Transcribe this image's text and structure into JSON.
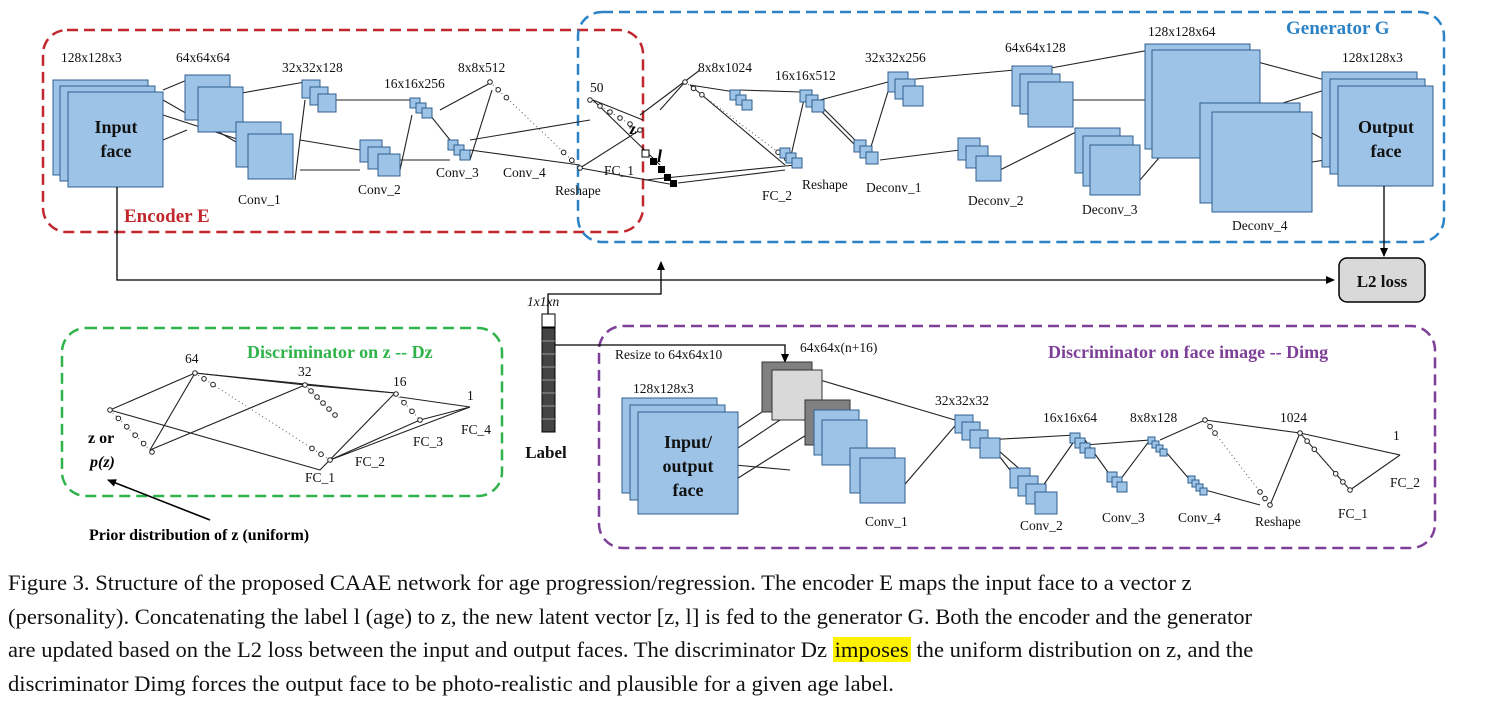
{
  "encoder": {
    "title": "Encoder E",
    "input_label_1": "Input",
    "input_label_2": "face",
    "dims": [
      "128x128x3",
      "64x64x64",
      "32x32x128",
      "16x16x256",
      "8x8x512"
    ],
    "layers": [
      "Conv_1",
      "Conv_2",
      "Conv_3",
      "Conv_4",
      "Reshape",
      "FC_1"
    ],
    "latent_size": "50"
  },
  "latent": {
    "z": "z",
    "l": "l"
  },
  "generator": {
    "title": "Generator G",
    "dims": [
      "8x8x1024",
      "16x16x512",
      "32x32x256",
      "64x64x128",
      "128x128x64",
      "128x128x3"
    ],
    "layers": [
      "FC_2",
      "Reshape",
      "Deconv_1",
      "Deconv_2",
      "Deconv_3",
      "Deconv_4"
    ],
    "output_label_1": "Output",
    "output_label_2": "face"
  },
  "loss": {
    "label": "L2 loss"
  },
  "label_vector": {
    "dim": "1x1xn",
    "name": "Label"
  },
  "disc_z": {
    "title": "Discriminator on z -- Dz",
    "nodes": [
      "64",
      "32",
      "16",
      "1"
    ],
    "layers": [
      "FC_1",
      "FC_2",
      "FC_3",
      "FC_4"
    ],
    "input_1": "z or",
    "input_2": "p(z)",
    "prior_note": "Prior distribution of z (uniform)"
  },
  "disc_img": {
    "title": "Discriminator on face image -- Dimg",
    "resize": "Resize to 64x64x10",
    "concat_dim": "64x64x(n+16)",
    "input_dim": "128x128x3",
    "input_1": "Input/",
    "input_2": "output",
    "input_3": "face",
    "dims": [
      "32x32x32",
      "16x16x64",
      "8x8x128",
      "1024",
      "1"
    ],
    "layers": [
      "Conv_1",
      "Conv_2",
      "Conv_3",
      "Conv_4",
      "Reshape",
      "FC_1",
      "FC_2"
    ]
  },
  "caption": {
    "l1": "Figure 3. Structure of the proposed CAAE network for age progression/regression.  The encoder E maps the input face to a vector z",
    "l2": "(personality). Concatenating the label l (age) to z, the new latent vector [z, l] is fed to the generator G. Both the encoder and the generator",
    "l3a": "are updated based on the L2 loss between the input and output faces. The discriminator Dz",
    "l3_hl": "imposes",
    "l3b": "the uniform distribution on z, and the",
    "l4": "discriminator Dimg forces the output face to be photo-realistic and plausible for a given age label."
  },
  "colors": {
    "encoder_border": "#c1272d",
    "generator_border": "#2b83c6",
    "disc_z_border": "#2fb34a",
    "disc_img_border": "#7e3f98",
    "block_fill": "#9dc3e6",
    "block_stroke": "#2f5f8f",
    "highlight": "#fff200"
  }
}
